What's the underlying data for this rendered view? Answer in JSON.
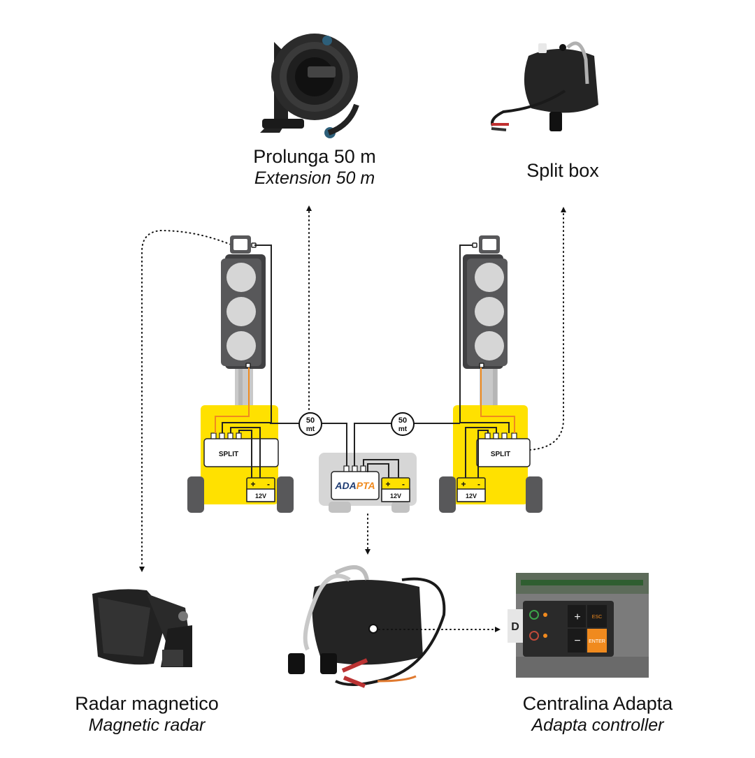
{
  "products": {
    "extension": {
      "title": "Prolunga 50 m",
      "subtitle": "Extension 50 m"
    },
    "split_box": {
      "title": "Split box"
    },
    "radar": {
      "title": "Radar magnetico",
      "subtitle": "Magnetic radar"
    },
    "controller": {
      "title": "Centralina Adapta",
      "subtitle": "Adapta controller"
    }
  },
  "trailers": {
    "left": {
      "split_label": "SPLIT",
      "battery_label": "12V"
    },
    "right": {
      "split_label": "SPLIT",
      "battery_label": "12V"
    },
    "center": {
      "brand_prefix": "ADA",
      "brand_suffix": "PTA",
      "battery_label": "12V"
    }
  },
  "cable_badges": [
    {
      "line1": "50",
      "line2": "mt"
    },
    {
      "line1": "50",
      "line2": "mt"
    }
  ],
  "battery_symbols": {
    "plus": "+",
    "minus": "-"
  },
  "controller_device": {
    "btn_plus": "+",
    "btn_minus": "−",
    "btn_esc": "ESC",
    "btn_enter": "ENTER",
    "logo": "D"
  },
  "colors": {
    "yellow": "#FFE100",
    "gray_light": "#D6D6D6",
    "gray_dark": "#58585A",
    "orange": "#F08A1E",
    "blue": "#1F3C73",
    "black": "#1A1A1A"
  }
}
